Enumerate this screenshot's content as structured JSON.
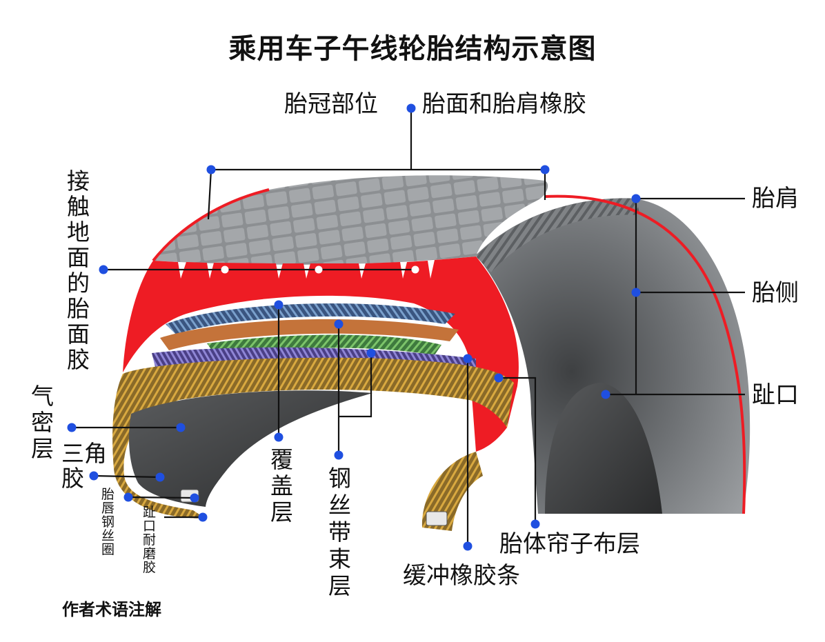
{
  "title": "乘用车子午线轮胎结构示意图",
  "footer_note": "作者术语注解",
  "colors": {
    "accent_red": "#ee1c24",
    "marker_blue": "#1f4fe0",
    "leader_line": "#111111",
    "tire_gray": "#6b6e70",
    "cord_gold": "#c9962e"
  },
  "labels": {
    "crown_left": "胎冠部位",
    "crown_right": "胎面和胎肩橡胶",
    "contact_tread": "接触地面的胎面胶",
    "shoulder": "胎肩",
    "sidewall": "胎侧",
    "toe": "趾口",
    "inner_liner": "气密层",
    "apex": "三角胶",
    "bead_wire": "胎唇钢丝圈",
    "toe_abrasion": "趾口耐磨胶",
    "cap_ply": "覆盖层",
    "steel_belt": "钢丝带束层",
    "carcass_ply": "胎体帘子布层",
    "cushion_strip": "缓冲橡胶条"
  }
}
